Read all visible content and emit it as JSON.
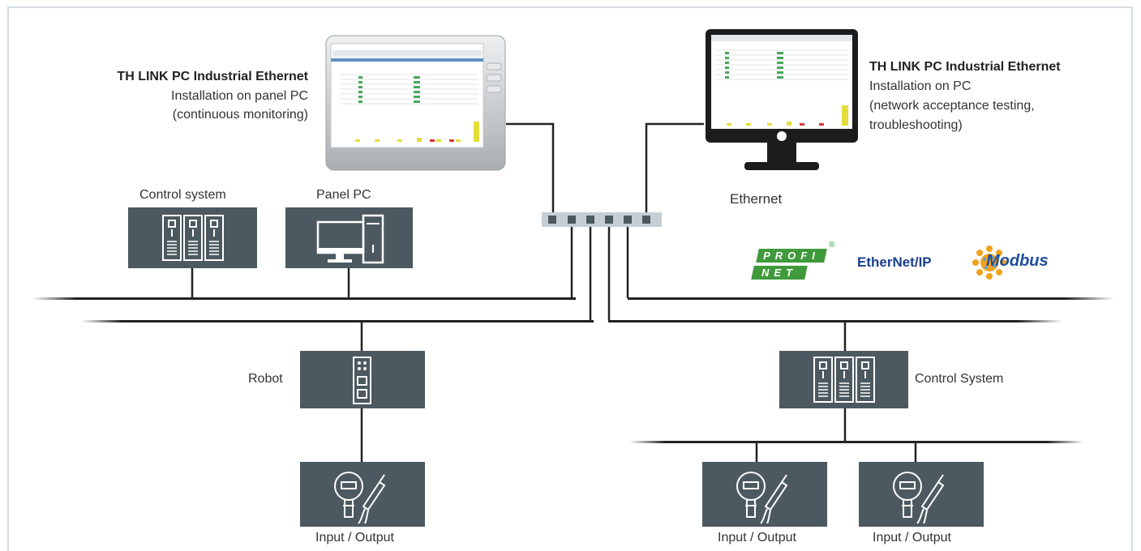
{
  "panel_pc_caption": {
    "title": "TH LINK PC Industrial Ethernet",
    "line1": "Installation on panel PC",
    "line2": "(continuous monitoring)"
  },
  "pc_caption": {
    "title": "TH LINK PC Industrial Ethernet",
    "line1": "Installation on PC",
    "line2": "(network acceptance testing,",
    "line3": "troubleshooting)"
  },
  "network_label": "Ethernet",
  "devices": {
    "control_system_left": "Control system",
    "panel_pc": "Panel PC",
    "robot": "Robot",
    "control_system_right": "Control System",
    "io_1": "Input / Output",
    "io_2": "Input / Output",
    "io_3": "Input / Output"
  },
  "logos": {
    "profinet_top": "PROFI",
    "profinet_bottom": "NET",
    "ethernetip": "EtherNet/IP",
    "modbus": "Modbus"
  },
  "colors": {
    "device_box": "#4c5960",
    "line": "#222222",
    "switch": "#c6ced4",
    "profinet_green": "#3f9a3b",
    "ethernetip_blue": "#1a3f8a",
    "modbus_blue": "#1f4ea0",
    "modbus_orange": "#f2a21b",
    "frame": "#d5dde3"
  }
}
